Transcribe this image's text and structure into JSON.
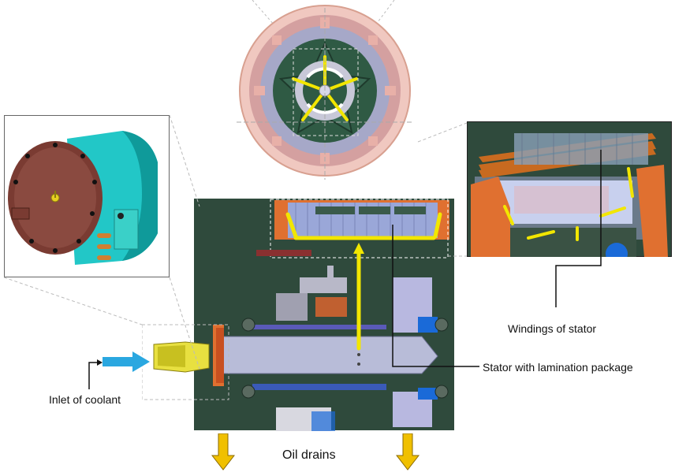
{
  "labels": {
    "windings": "Windings of stator",
    "stator": "Stator with lamination package",
    "inlet": "Inlet of coolant",
    "oil_drains": "Oil drains"
  },
  "icons": {
    "inlet_arrow": "arrow-right-icon",
    "drain_arrows": "arrow-down-icon"
  },
  "colors": {
    "housing_dark": "#2f4a3c",
    "stator_blue": "#9aa7d8",
    "coolant_arrow": "#2aa7e0",
    "flow_yellow": "#f2e600",
    "drain_arrow": "#f0c000",
    "drain_outline": "#8a6a00",
    "motor_cyan": "#22c7c7",
    "motor_brown": "#7a3b32"
  }
}
